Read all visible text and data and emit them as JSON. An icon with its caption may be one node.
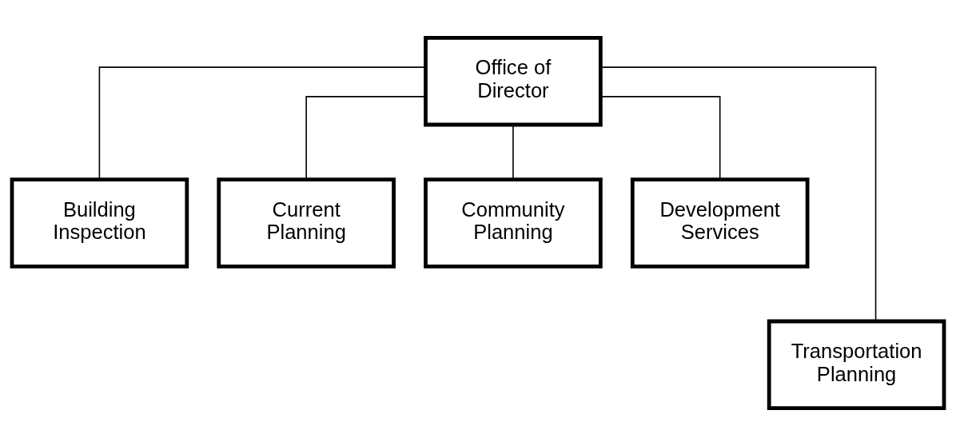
{
  "diagram": {
    "nodes": [
      {
        "text": [
          "Office of Director"
        ]
      },
      {
        "text": [
          "Building Inspection"
        ]
      },
      {
        "text": [
          "Current Planning"
        ]
      },
      {
        "text": [
          "Community Planning"
        ]
      },
      {
        "text": [
          "Development Services"
        ]
      },
      {
        "text": [
          "Transportation Planning"
        ]
      }
    ],
    "edges": [
      {
        "from": 0,
        "to": 1,
        "arrow": "none"
      },
      {
        "from": 0,
        "to": 2,
        "arrow": "none"
      },
      {
        "from": 0,
        "to": 3,
        "arrow": "none"
      },
      {
        "from": 0,
        "to": 4,
        "arrow": "none"
      },
      {
        "from": 0,
        "to": 5,
        "arrow": "none"
      }
    ]
  }
}
